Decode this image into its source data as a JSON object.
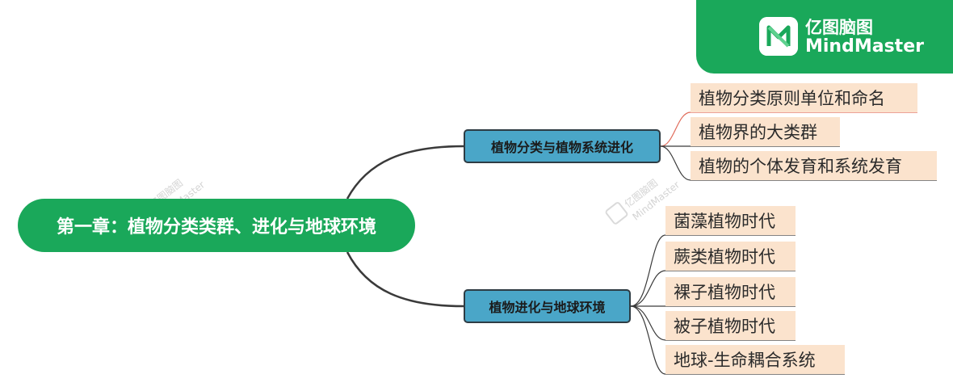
{
  "brand": {
    "name_cn": "亿图脑图",
    "name_en": "MindMaster",
    "icon": "mindmaster-logo-icon",
    "color": "#1aa85a"
  },
  "watermark": {
    "name_cn": "亿图脑图",
    "name_en": "MindMaster"
  },
  "mindmap": {
    "root": "第一章：植物分类类群、进化与地球环境",
    "branches": [
      {
        "label": "植物分类与植物系统进化",
        "children": [
          "植物分类原则单位和命名",
          "植物界的大类群",
          "植物的个体发育和系统发育"
        ]
      },
      {
        "label": "植物进化与地球环境",
        "children": [
          "菌藻植物时代",
          "蕨类植物时代",
          "裸子植物时代",
          "被子植物时代",
          "地球-生命耦合系统"
        ]
      }
    ]
  },
  "colors": {
    "root": "#1aa85a",
    "branch": "#4aa6c8",
    "leaf": "#fbe3cd",
    "link": "#3a3a3a",
    "leaf_link_1": "#e06b5a"
  }
}
